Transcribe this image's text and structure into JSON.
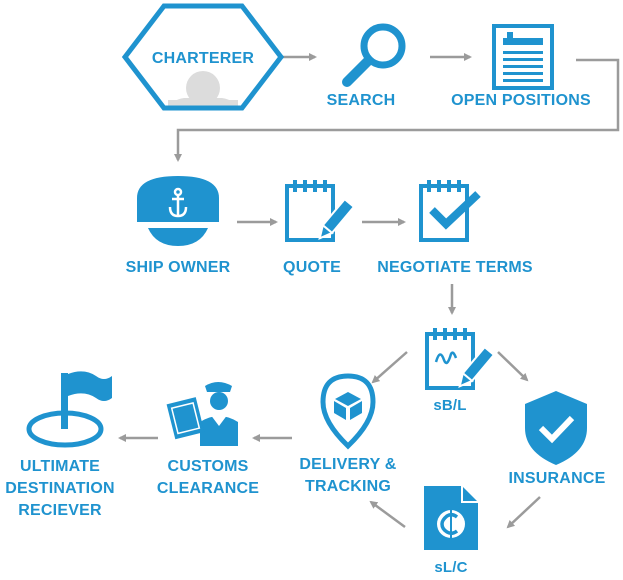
{
  "colors": {
    "accent": "#1f93cf",
    "arrow": "#9b9b9b",
    "avatar": "#dcdcdc"
  },
  "nodes": {
    "charterer": {
      "label": "CHARTERER",
      "icon": "user-avatar-icon"
    },
    "search": {
      "label": "SEARCH",
      "icon": "magnifier-icon"
    },
    "open_positions": {
      "label": "OPEN POSITIONS",
      "icon": "ship-document-icon"
    },
    "ship_owner": {
      "label": "SHIP OWNER",
      "icon": "captain-hat-icon"
    },
    "quote": {
      "label": "QUOTE",
      "icon": "notepad-pencil-icon"
    },
    "negotiate_terms": {
      "label": "NEGOTIATE TERMS",
      "icon": "checklist-icon"
    },
    "sbl": {
      "label": "sB/L",
      "icon": "signed-notepad-icon"
    },
    "insurance": {
      "label": "INSURANCE",
      "icon": "shield-check-icon"
    },
    "slc": {
      "label": "sL/C",
      "icon": "currency-document-icon"
    },
    "delivery_tracking": {
      "label_line1": "DELIVERY &",
      "label_line2": "TRACKING",
      "icon": "location-box-icon"
    },
    "customs_clearance": {
      "label_line1": "CUSTOMS",
      "label_line2": "CLEARANCE",
      "icon": "customs-officer-icon"
    },
    "ultimate_destination": {
      "label_line1": "ULTIMATE",
      "label_line2": "DESTINATION",
      "label_line3": "RECIEVER",
      "icon": "flag-target-icon"
    }
  }
}
